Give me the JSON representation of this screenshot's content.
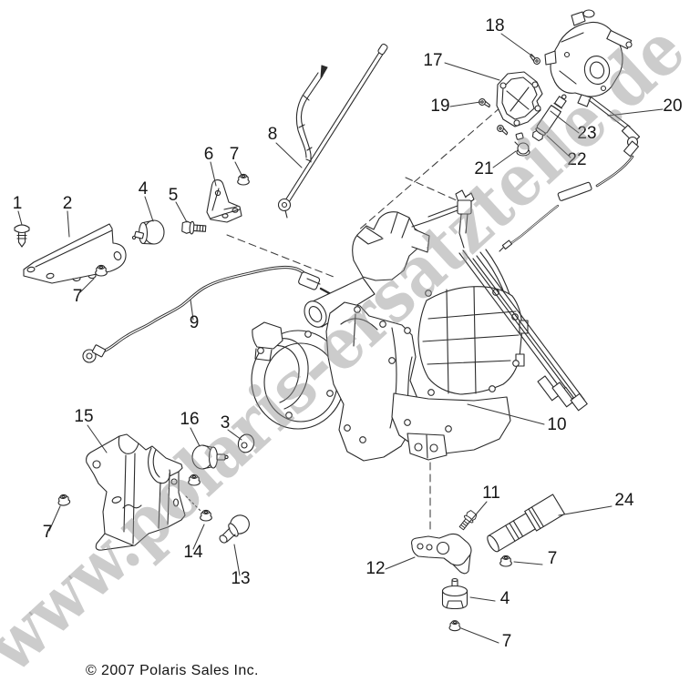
{
  "watermark": "www.polaris-ersatzteile.de",
  "copyright": "© 2007 Polaris Sales Inc.",
  "colors": {
    "line": "#2a2a2a",
    "watermark_gray": "#8f8f8f",
    "background": "#ffffff"
  },
  "callouts": [
    {
      "label": "1"
    },
    {
      "label": "2"
    },
    {
      "label": "4"
    },
    {
      "label": "5"
    },
    {
      "label": "6"
    },
    {
      "label": "7"
    },
    {
      "label": "8"
    },
    {
      "label": "18"
    },
    {
      "label": "17"
    },
    {
      "label": "19"
    },
    {
      "label": "23"
    },
    {
      "label": "22"
    },
    {
      "label": "21"
    },
    {
      "label": "20"
    },
    {
      "label": "7"
    },
    {
      "label": "9"
    },
    {
      "label": "15"
    },
    {
      "label": "16"
    },
    {
      "label": "3"
    },
    {
      "label": "10"
    },
    {
      "label": "7"
    },
    {
      "label": "14"
    },
    {
      "label": "13"
    },
    {
      "label": "11"
    },
    {
      "label": "24"
    },
    {
      "label": "12"
    },
    {
      "label": "7"
    },
    {
      "label": "4"
    },
    {
      "label": "7"
    }
  ]
}
